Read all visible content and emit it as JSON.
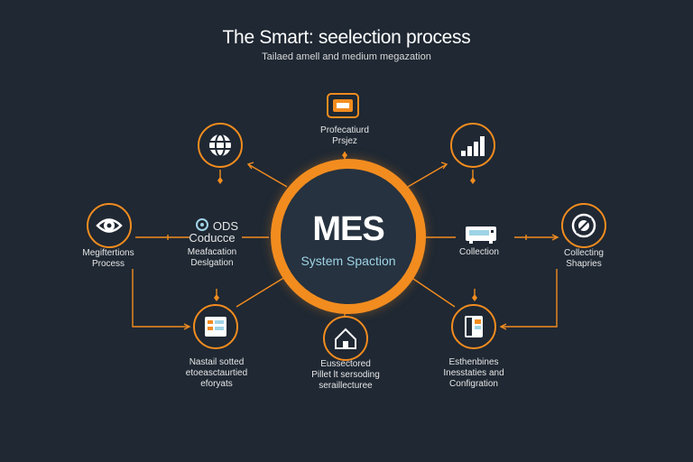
{
  "header": {
    "title": "The Smart: seelection process",
    "subtitle": "Tailaed amell and medium megazation"
  },
  "hub": {
    "title": "MES",
    "subtitle": "System Spaction"
  },
  "nodes": [
    {
      "id": "top",
      "icon": "document-icon",
      "lines": [
        "Profecatiurd",
        "Prsjez"
      ]
    },
    {
      "id": "top-left",
      "icon": "globe-icon",
      "lines": []
    },
    {
      "id": "top-right",
      "icon": "bar-chart-icon",
      "lines": []
    },
    {
      "id": "left",
      "icon": "eye-icon",
      "lines": [
        "Megiftertions",
        "Process"
      ]
    },
    {
      "id": "inner-left",
      "icon": "ods-logo-icon",
      "lines": [
        "ODS",
        "Coducce",
        "Meafacation",
        "Deslgation"
      ]
    },
    {
      "id": "inner-right",
      "icon": "device-icon",
      "lines": [
        "Collection"
      ]
    },
    {
      "id": "right",
      "icon": "target-icon",
      "lines": [
        "Collecting",
        "Shapries"
      ]
    },
    {
      "id": "bottom-left",
      "icon": "checklist-icon",
      "lines": [
        "Nastail sotted",
        "etoeasctaurtied",
        "eforyats"
      ]
    },
    {
      "id": "bottom",
      "icon": "house-icon",
      "lines": [
        "Eussectored",
        "Pillet lt sersoding",
        "seraillecturee"
      ]
    },
    {
      "id": "bottom-right",
      "icon": "binder-icon",
      "lines": [
        "Esthenbines",
        "Inesstaties and",
        "Configration"
      ]
    }
  ],
  "colors": {
    "background": "#1f2833",
    "accent": "#f28c1f",
    "hub_text": "#9fd3e6"
  }
}
